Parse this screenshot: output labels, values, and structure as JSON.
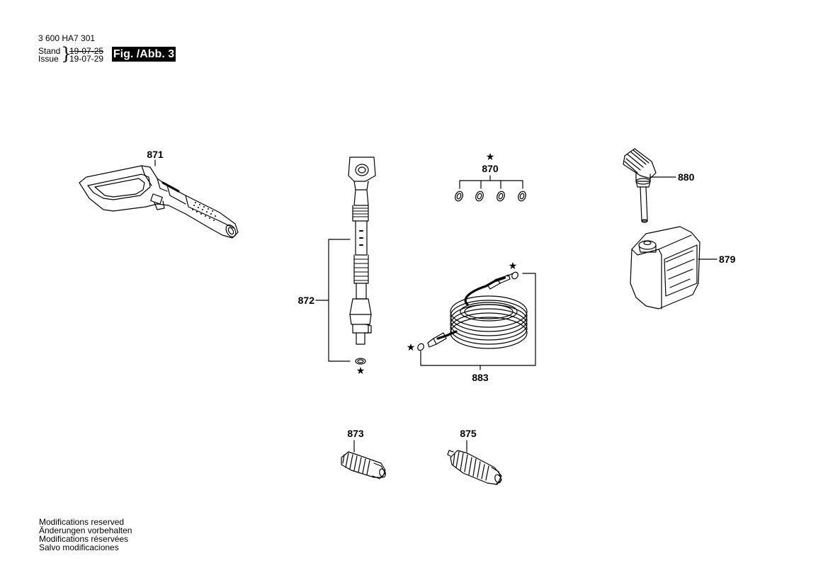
{
  "header": {
    "part_number": "3 600 HA7 301",
    "stand_label": "Stand",
    "issue_label": "Issue",
    "date_old": "19-07-25",
    "date_new": "19-07-29",
    "figure_label": "Fig. /Abb. 3"
  },
  "parts": [
    {
      "id": "871",
      "icon": "trigger-gun-icon"
    },
    {
      "id": "872",
      "icon": "lance-icon"
    },
    {
      "id": "870",
      "icon": "o-ring-set-icon"
    },
    {
      "id": "880",
      "icon": "suction-tube-icon"
    },
    {
      "id": "879",
      "icon": "detergent-tank-icon"
    },
    {
      "id": "883",
      "icon": "hose-coil-icon"
    },
    {
      "id": "873",
      "icon": "nozzle-icon"
    },
    {
      "id": "875",
      "icon": "rotary-nozzle-icon"
    }
  ],
  "symbols": {
    "star": "★"
  },
  "footer": {
    "lines": [
      "Modifications reserved",
      "Änderungen vorbehalten",
      "Modifications réservées",
      "Salvo modificaciones"
    ]
  }
}
